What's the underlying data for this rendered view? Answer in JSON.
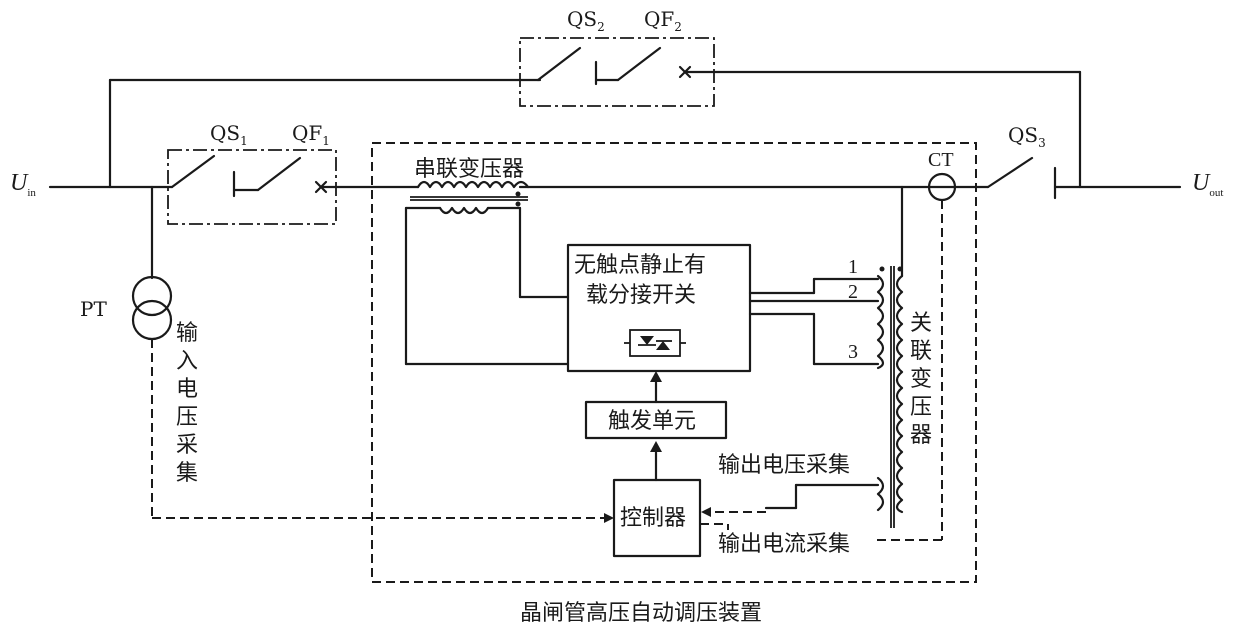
{
  "labels": {
    "u_in_main": "U",
    "u_in_sub": "in",
    "u_out_main": "U",
    "u_out_sub": "out",
    "qs1_main": "QS",
    "qs1_sub": "1",
    "qf1_main": "QF",
    "qf1_sub": "1",
    "qs2_main": "QS",
    "qs2_sub": "2",
    "qf2_main": "QF",
    "qf2_sub": "2",
    "qs3_main": "QS",
    "qs3_sub": "3",
    "ct": "CT",
    "pt": "PT",
    "series_transformer": "串联变压器",
    "switch_line1": "无触点静止有",
    "switch_line2": "载分接开关",
    "trigger_unit": "触发单元",
    "controller": "控制器",
    "output_voltage": "输出电压采集",
    "output_current": "输出电流采集",
    "input_voltage_vertical": [
      "输",
      "入",
      "电",
      "压",
      "采",
      "集"
    ],
    "coupling_transformer_vertical": [
      "关",
      "联",
      "变",
      "压",
      "器"
    ],
    "tap_1": "1",
    "tap_2": "2",
    "tap_3": "3",
    "caption": "晶闸管高压自动调压装置"
  }
}
